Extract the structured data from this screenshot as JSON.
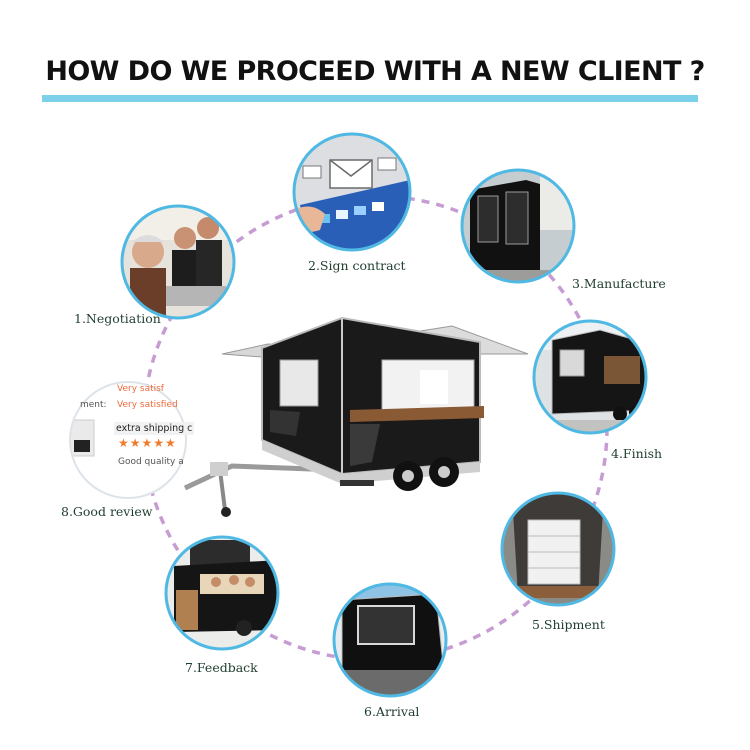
{
  "header": {
    "title": "HOW DO WE PROCEED WITH A NEW CLIENT ?"
  },
  "steps": [
    {
      "label": "1.Negotiation"
    },
    {
      "label": "2.Sign contract"
    },
    {
      "label": "3.Manufacture"
    },
    {
      "label": "4.Finish"
    },
    {
      "label": "5.Shipment"
    },
    {
      "label": "6.Arrival"
    },
    {
      "label": "7.Feedback"
    },
    {
      "label": "8.Good review"
    }
  ],
  "review_snippet": {
    "line1": "Very satisf",
    "line2_prefix": "ment:",
    "line2": "Very satisfied",
    "line3": "extra shipping c",
    "stars": "★★★★★",
    "line4": "Good quality a"
  },
  "colors": {
    "ring": "#c79cd3",
    "accent": "#7dd0ea",
    "step_border": "#4fb8e3",
    "label": "#1f3d2e"
  }
}
